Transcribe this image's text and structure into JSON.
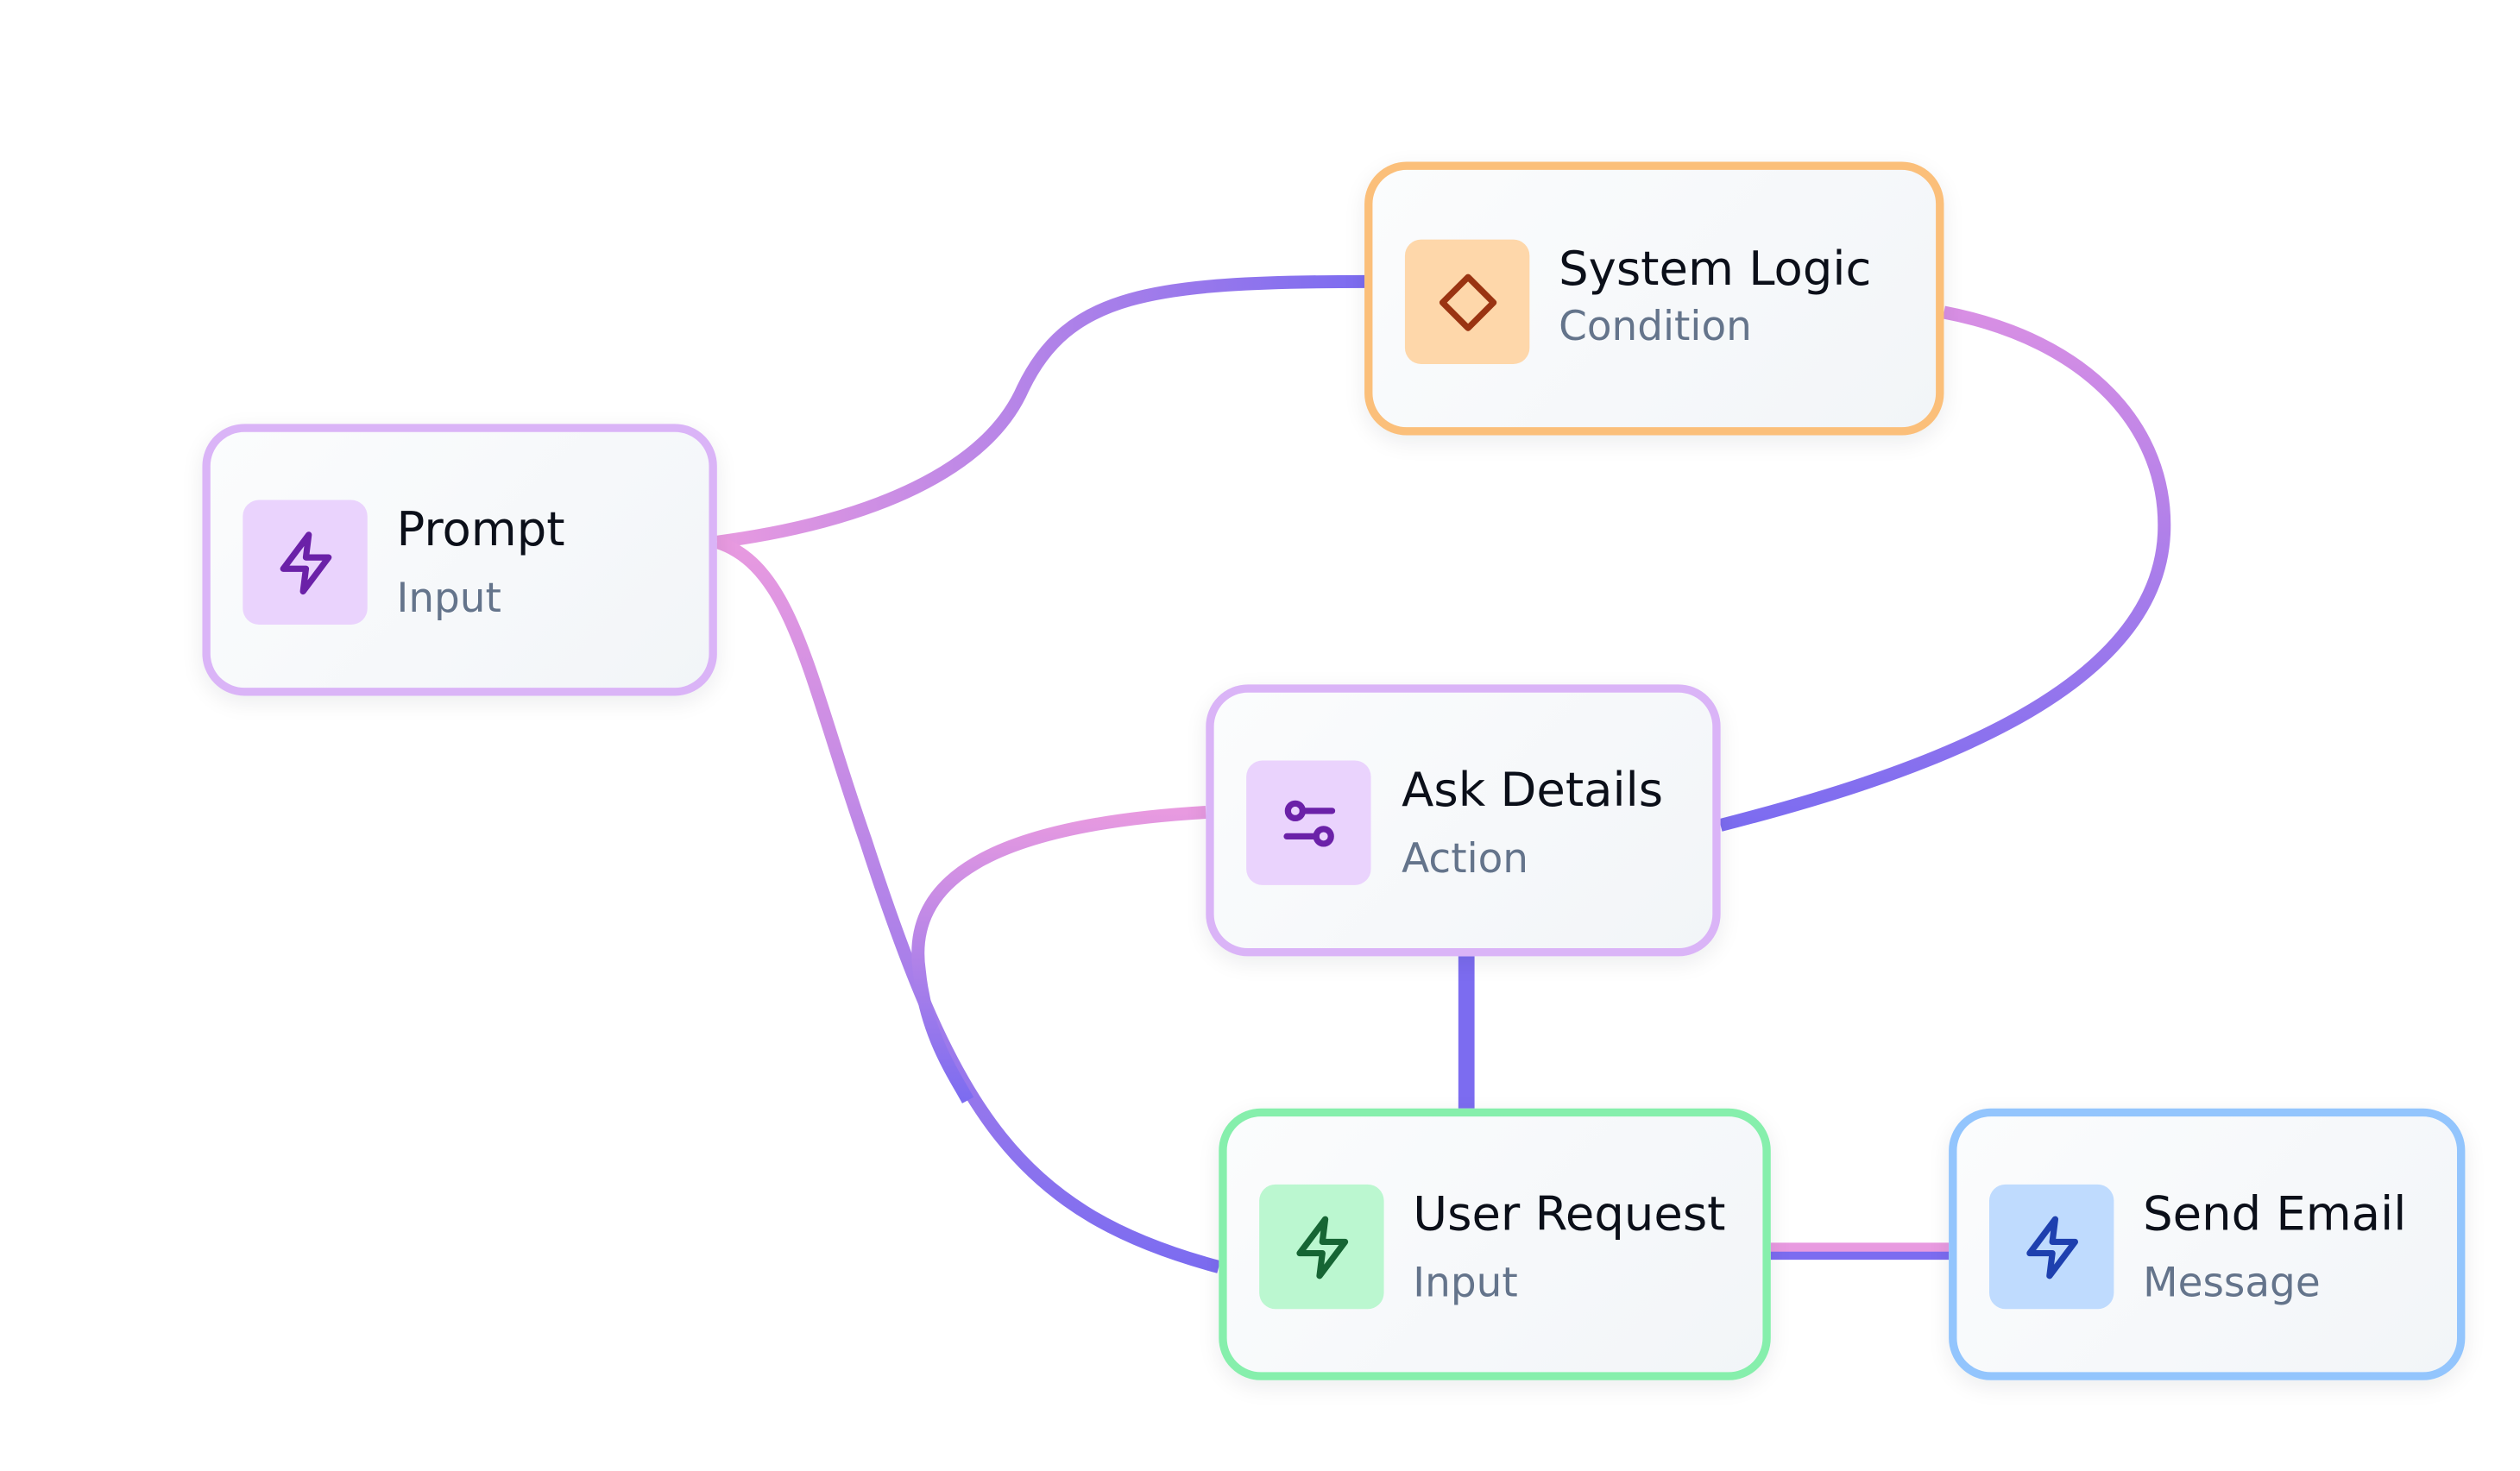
{
  "diagram": {
    "nodes": [
      {
        "id": "prompt",
        "title": "Prompt",
        "subtitle": "Input",
        "icon": "bolt-icon",
        "color": "#d8b4fe"
      },
      {
        "id": "system-logic",
        "title": "System Logic",
        "subtitle": "Condition",
        "icon": "diamond-icon",
        "color": "#fdba74"
      },
      {
        "id": "ask-details",
        "title": "Ask Details",
        "subtitle": "Action",
        "icon": "sliders-icon",
        "color": "#d8b4fe"
      },
      {
        "id": "user-request",
        "title": "User Request",
        "subtitle": "Input",
        "icon": "bolt-icon",
        "color": "#86efac"
      },
      {
        "id": "send-email",
        "title": "Send Email",
        "subtitle": "Message",
        "icon": "bolt-icon",
        "color": "#93c5fd"
      }
    ],
    "edges": [
      {
        "from": "prompt",
        "to": "system-logic"
      },
      {
        "from": "prompt",
        "to": "user-request"
      },
      {
        "from": "system-logic",
        "to": "ask-details"
      },
      {
        "from": "ask-details",
        "to": "user-request"
      },
      {
        "from": "ask-details",
        "to": "user-request"
      },
      {
        "from": "user-request",
        "to": "send-email"
      }
    ],
    "edge_gradient": [
      "#e89ae0",
      "#7c6cf0"
    ]
  }
}
